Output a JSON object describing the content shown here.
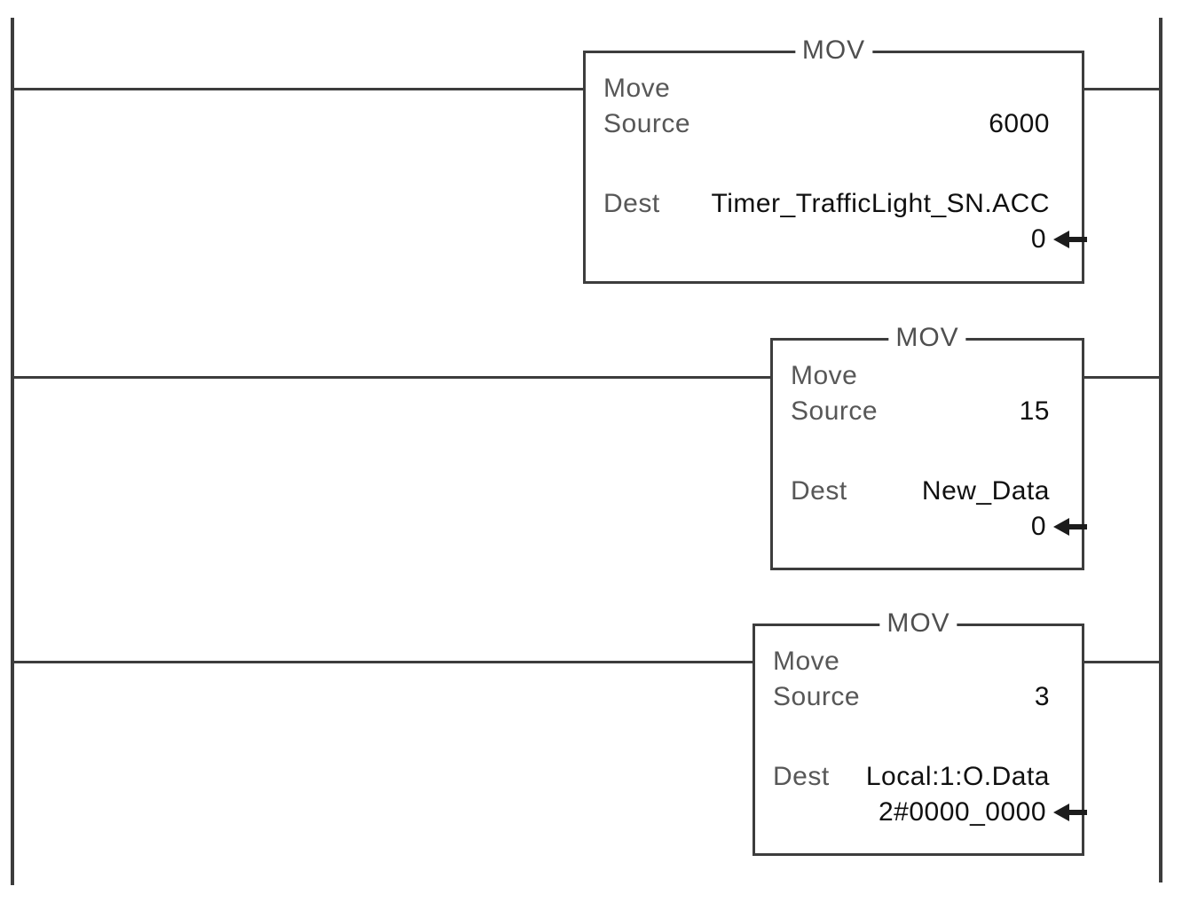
{
  "diagram_type": "plc-ladder-logic",
  "rungs": [
    {
      "mnemonic": "MOV",
      "name": "Move",
      "source_label": "Source",
      "source_value": "6000",
      "dest_label": "Dest",
      "dest_tag": "Timer_TrafficLight_SN.ACC",
      "dest_current_value": "0"
    },
    {
      "mnemonic": "MOV",
      "name": "Move",
      "source_label": "Source",
      "source_value": "15",
      "dest_label": "Dest",
      "dest_tag": "New_Data",
      "dest_current_value": "0"
    },
    {
      "mnemonic": "MOV",
      "name": "Move",
      "source_label": "Source",
      "source_value": "3",
      "dest_label": "Dest",
      "dest_tag": "Local:1:O.Data",
      "dest_current_value": "2#0000_0000"
    }
  ],
  "colors": {
    "line": "#3d3d3d",
    "label_text": "#575757",
    "value_text": "#101010",
    "background": "#ffffff"
  }
}
